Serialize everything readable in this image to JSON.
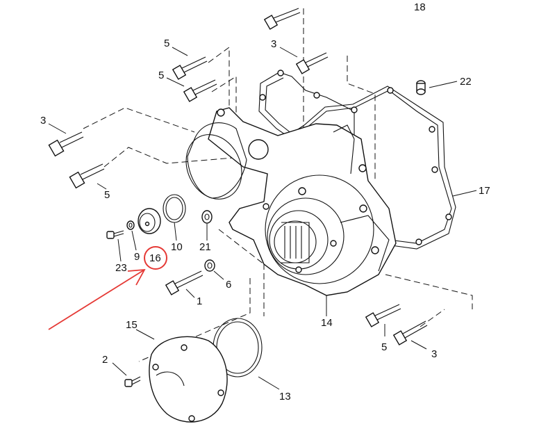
{
  "diagram": {
    "labels": {
      "p1": "1",
      "p2": "2",
      "p3a": "3",
      "p3b": "3",
      "p3c": "3",
      "p5a": "5",
      "p5b": "5",
      "p5c": "5",
      "p5d": "5",
      "p6": "6",
      "p9": "9",
      "p10": "10",
      "p13": "13",
      "p14": "14",
      "p15": "15",
      "p16": "16",
      "p17": "17",
      "p18": "18",
      "p21": "21",
      "p22": "22",
      "p23": "23"
    },
    "highlight": {
      "target": "16",
      "color": "#e53935"
    }
  }
}
